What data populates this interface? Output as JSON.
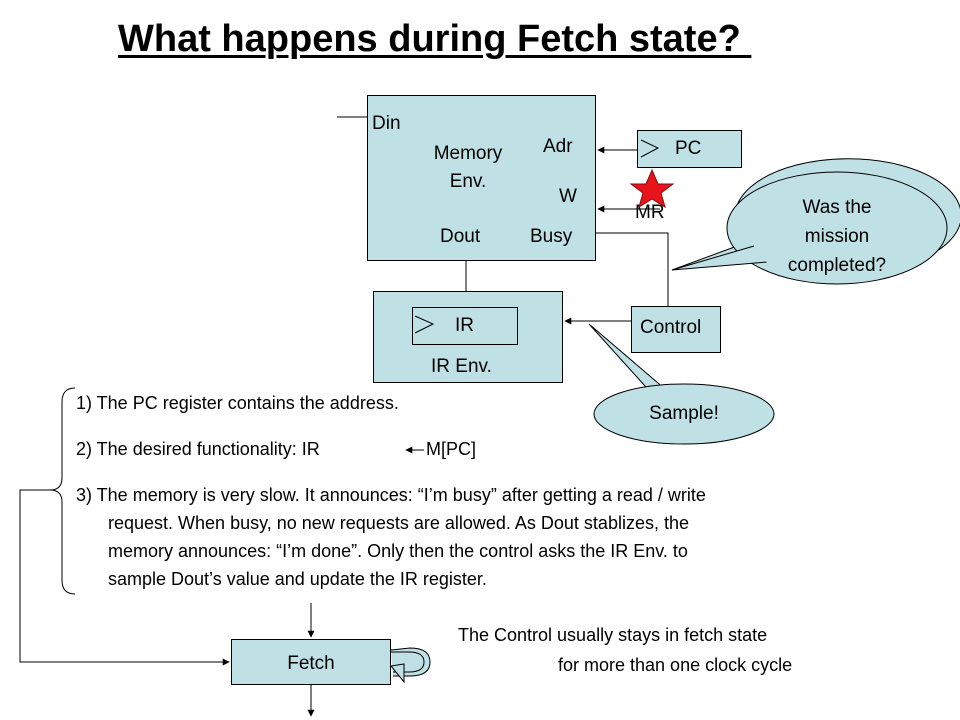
{
  "title": "What happens during Fetch state? ",
  "memory": {
    "din": "Din",
    "name_line1": "Memory",
    "name_line2": "Env.",
    "adr": "Adr",
    "w": "W",
    "dout": "Dout",
    "busy": "Busy"
  },
  "pc": "PC",
  "mr": "MR",
  "callout_question": {
    "line1": "Was the",
    "line2": "mission",
    "line3": "completed?"
  },
  "ir_env": {
    "ir": "IR",
    "name": "IR Env."
  },
  "control": "Control",
  "callout_sample": "Sample!",
  "steps": {
    "s1": "1)  The PC register contains the address.",
    "s2_a": "2)  The desired functionality: IR",
    "s2_b": "M[PC]",
    "s3_l1": "3)  The memory is very slow. It announces: “I’m busy” after getting a read / write",
    "s3_l2": "request. When busy, no new requests are allowed. As Dout stablizes, the",
    "s3_l3": "memory announces:  “I’m done”. Only then the control asks the IR Env. to",
    "s3_l4": "sample Dout’s value and update the IR register."
  },
  "fetch": "Fetch",
  "note": {
    "line1": "The Control usually stays in fetch state",
    "line2": "for more than one clock cycle"
  },
  "colors": {
    "box_fill": "#bfe0e4",
    "star": "#e8141c"
  }
}
